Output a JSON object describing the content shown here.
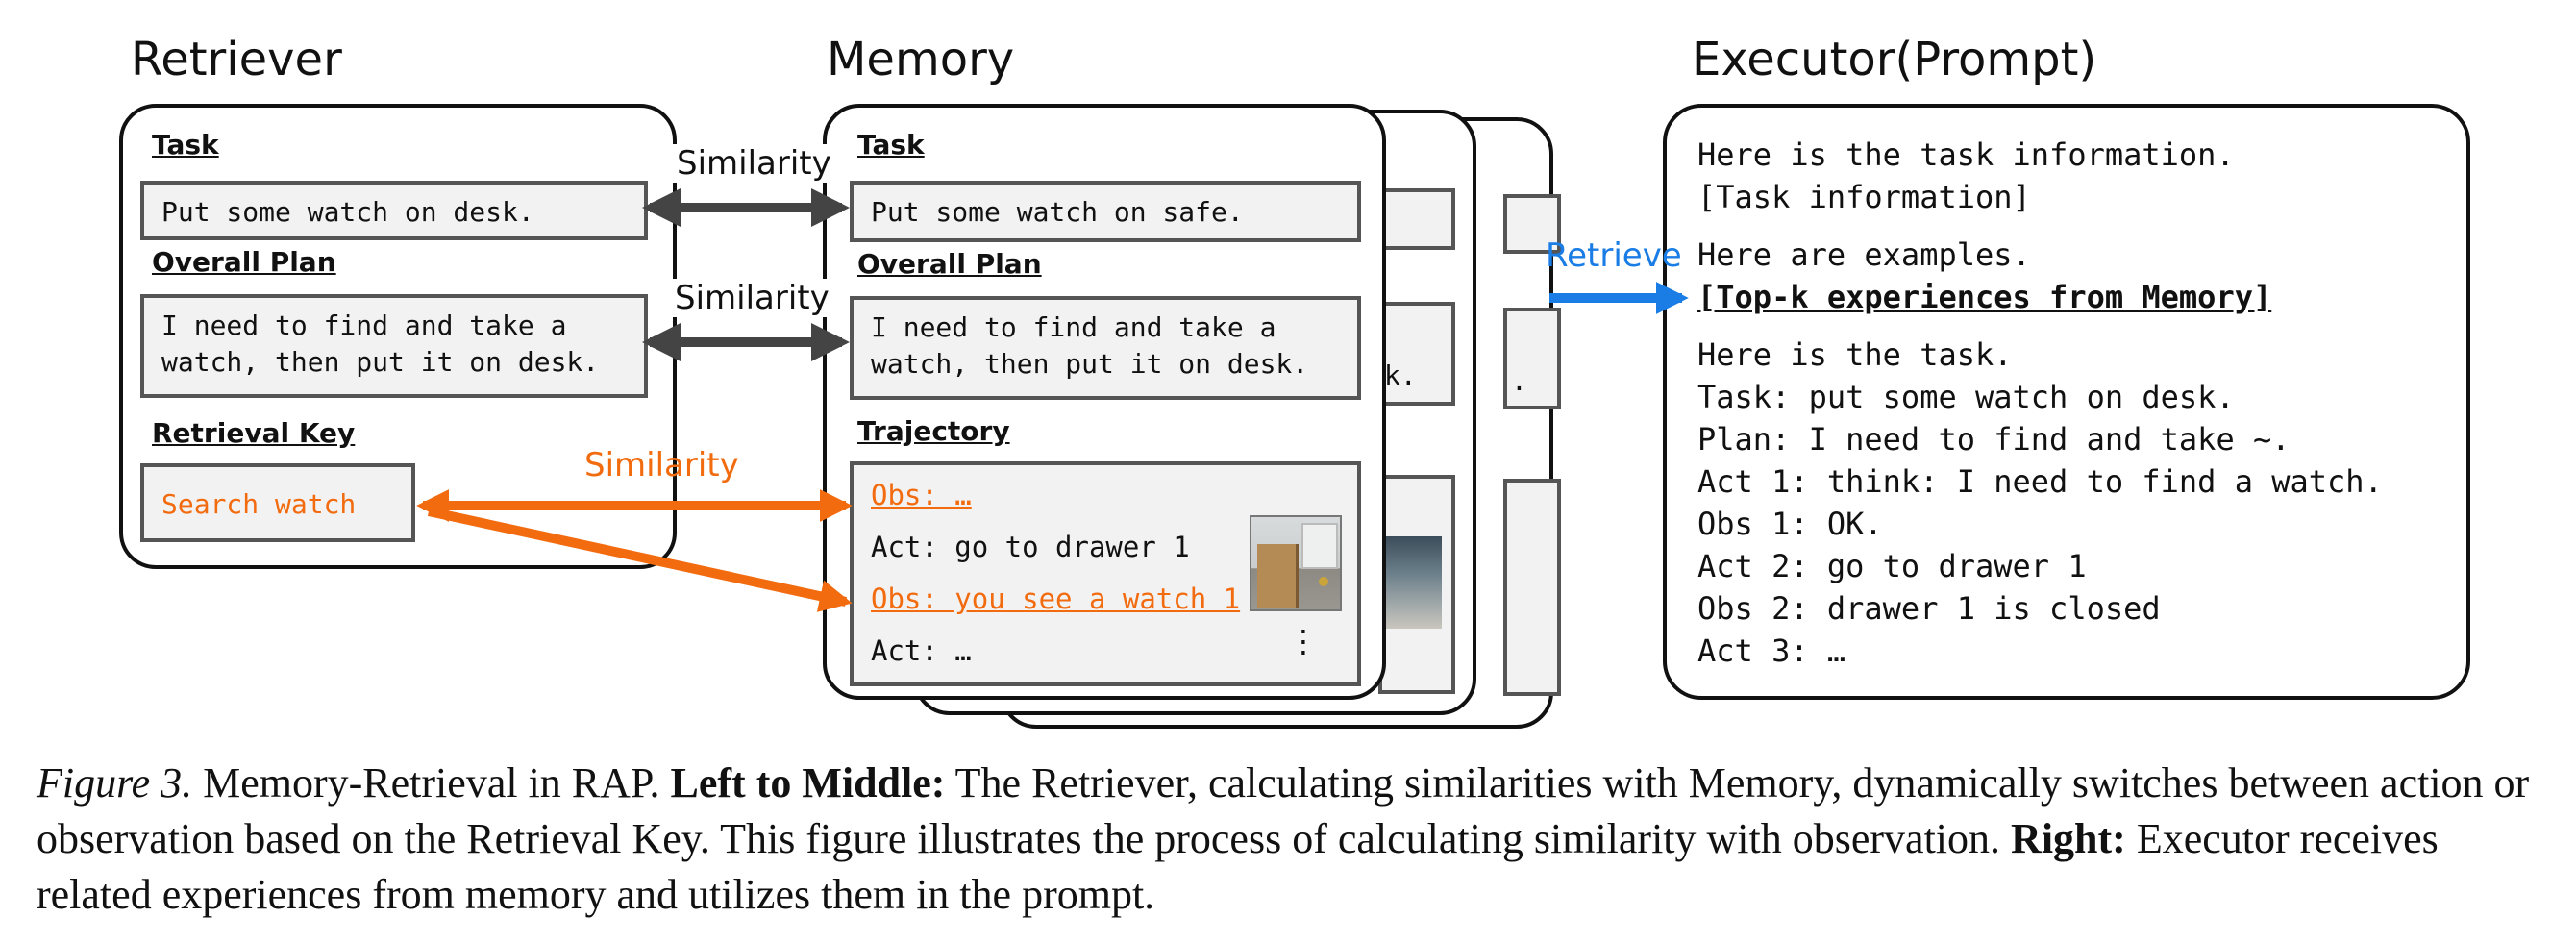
{
  "titles": {
    "retriever": "Retriever",
    "memory": "Memory",
    "executor": "Executor(Prompt)"
  },
  "retriever": {
    "task_label": "Task",
    "task_text": "Put some watch on desk.",
    "plan_label": "Overall Plan",
    "plan_text": "I need to find and take a\nwatch, then put it on desk.",
    "key_label": "Retrieval Key",
    "key_text": "Search watch"
  },
  "memory": {
    "task_label": "Task",
    "task_text": "Put some watch on safe.",
    "plan_label": "Overall Plan",
    "plan_text": "I need to find and take a\nwatch, then put it on desk.",
    "traj_label": "Trajectory",
    "traj_lines": [
      "Obs: …",
      "Act: go to drawer 1",
      "Obs: you see a watch 1",
      "Act: …"
    ],
    "ellipsis": "⋮",
    "back_text_1": "k.",
    "back_text_2": "."
  },
  "connectors": {
    "similarity_1": "Similarity",
    "similarity_2": "Similarity",
    "similarity_3": "Similarity",
    "retrieve": "Retrieve"
  },
  "executor": {
    "lines": [
      "Here is the task information.",
      "[Task information]",
      "Here are examples.",
      "[Top-k experiences from Memory]",
      "Here is the task.",
      "Task: put some watch on desk.",
      "Plan: I need to find and take ~.",
      "Act 1: think: I need to find a watch.",
      "Obs 1: OK.",
      "Act 2: go to drawer 1",
      "Obs 2: drawer 1 is closed",
      "Act 3: …"
    ]
  },
  "caption": {
    "label": "Figure 3.",
    "text1": " Memory-Retrieval in RAP. ",
    "bold1": "Left to Middle:",
    "text2": " The Retriever, calculating similarities with Memory, dynamically switches between action or observation based on the Retrieval Key. This figure illustrates the process of calculating similarity with observation. ",
    "bold2": "Right:",
    "text3": " Executor receives related experiences from memory and utilizes them in the prompt."
  },
  "colors": {
    "orange": "#f26b0f",
    "blue": "#1a7de6",
    "dark_arrow": "#444444",
    "box_fill": "#f2f2f2"
  }
}
